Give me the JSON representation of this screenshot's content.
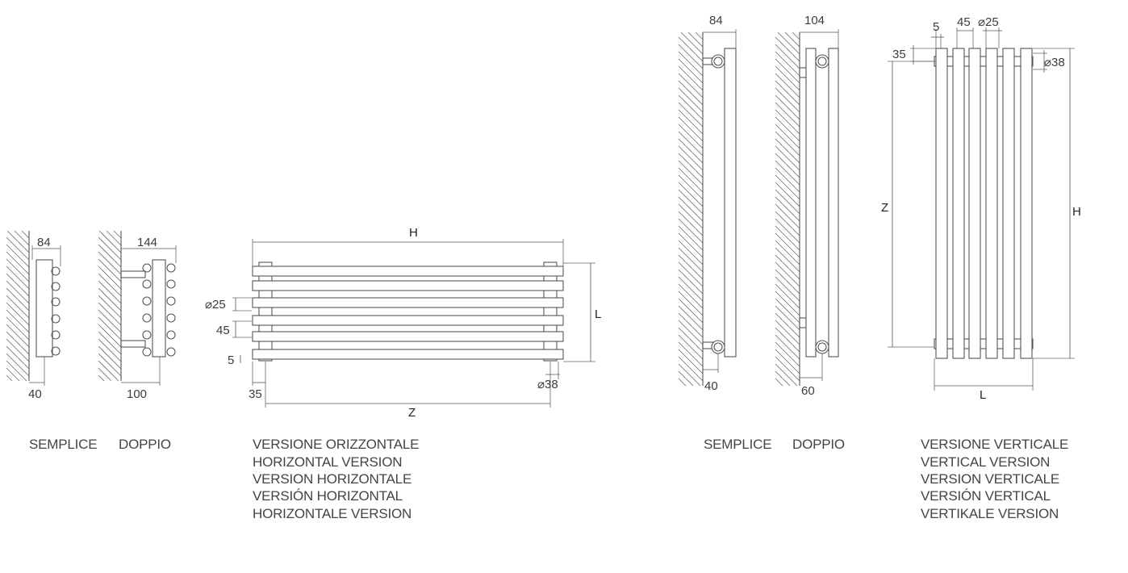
{
  "left": {
    "semplice": {
      "caption": "SEMPLICE",
      "depth": "84",
      "wall_distance": "40"
    },
    "doppio": {
      "caption": "DOPPIO",
      "depth": "144",
      "wall_distance": "100"
    }
  },
  "horizontal": {
    "dim_h": "H",
    "dim_l": "L",
    "dim_z": "Z",
    "dia_tube": "⌀25",
    "pitch": "45",
    "gap": "5",
    "offset": "35",
    "dia_collector": "⌀38",
    "captions": [
      "VERSIONE ORIZZONTALE",
      "HORIZONTAL VERSION",
      "VERSION HORIZONTALE",
      "VERSIÓN HORIZONTAL",
      "HORIZONTALE VERSION"
    ]
  },
  "right": {
    "semplice": {
      "caption": "SEMPLICE",
      "depth": "84",
      "wall_distance": "40"
    },
    "doppio": {
      "caption": "DOPPIO",
      "depth": "104",
      "wall_distance": "60"
    }
  },
  "vertical": {
    "dim_gap": "5",
    "dim_pitch": "45",
    "dim_tube": "⌀25",
    "dim_offset": "35",
    "dim_collector": "⌀38",
    "dim_z": "Z",
    "dim_h": "H",
    "dim_l": "L",
    "captions": [
      "VERSIONE VERTICALE",
      "VERTICAL VERSION",
      "VERSION VERTICALE",
      "VERSIÓN VERTICAL",
      "VERTIKALE VERSION"
    ]
  }
}
